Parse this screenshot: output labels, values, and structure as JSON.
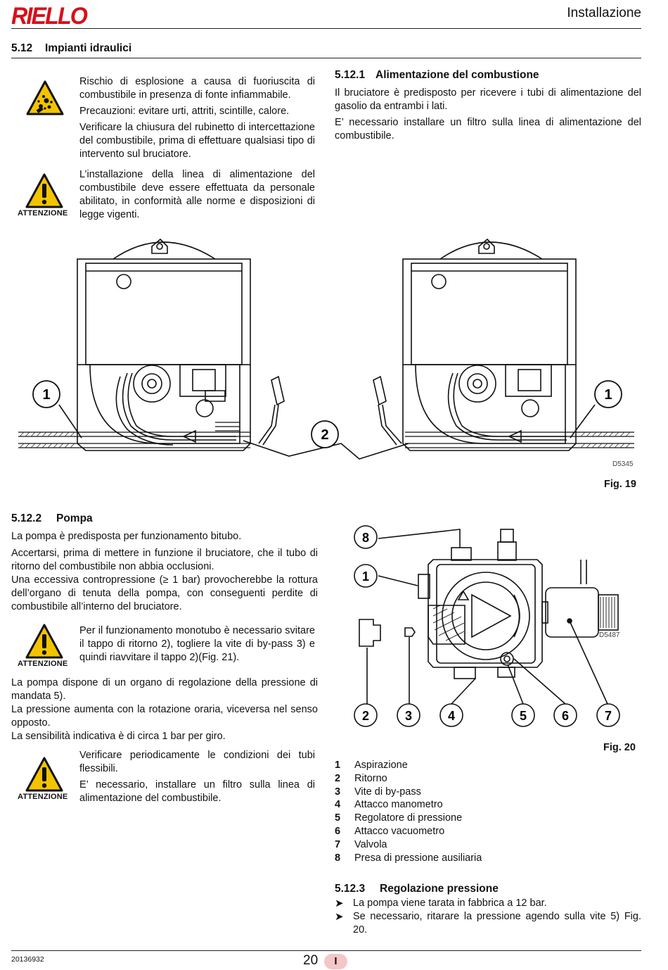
{
  "header": {
    "brand": "RIELLO",
    "title": "Installazione"
  },
  "section_512": {
    "number": "5.12",
    "title": "Impianti idraulici"
  },
  "warn1": {
    "lines": [
      "Rischio di esplosione a causa di fuoriuscita di combustibile in presenza di fonte infiammabile.",
      "Precauzioni: evitare urti, attriti, scintille, calore.",
      "Verificare la chiusura del rubinetto di intercettazione del combustibile, prima di effettuare qualsiasi tipo di intervento sul bruciatore."
    ]
  },
  "warn2": {
    "label": "ATTENZIONE",
    "text": "L’installazione della linea di alimentazione del combustibile deve essere effettuata da personale abilitato, in conformità alle norme e disposizioni di legge vigenti."
  },
  "section_5121": {
    "number": "5.12.1",
    "title": "Alimentazione del combustione",
    "paragraphs": [
      "Il bruciatore è predisposto per ricevere i tubi di alimentazione del gasolio da entrambi i lati.",
      "E’ necessario installare un filtro sulla linea di alimentazione del combustibile."
    ]
  },
  "fig19": {
    "code": "D5345",
    "caption": "Fig. 19",
    "callouts": [
      "1",
      "2",
      "1"
    ]
  },
  "section_5122": {
    "number": "5.12.2",
    "title": "Pompa",
    "p1": "La pompa è predisposta per funzionamento bitubo.",
    "p2": "Accertarsi, prima di mettere in funzione il bruciatore, che il tubo di ritorno del combustibile non abbia occlusioni.",
    "p3": "Una eccessiva contropressione (≥ 1 bar) provocherebbe la rottura dell’organo di tenuta della pompa, con conseguenti perdite di combustibile all’interno del bruciatore.",
    "p4": "La pompa dispone di un organo di regolazione della pressione di mandata 5).",
    "p5": "La pressione aumenta con la rotazione oraria, viceversa nel senso opposto.",
    "p6": "La sensibilità indicativa è di circa 1 bar per giro."
  },
  "warn3": {
    "label": "ATTENZIONE",
    "text": "Per il funzionamento monotubo è necessario svitare il tappo di ritorno 2), togliere la vite di by-pass 3) e quindi riavvitare il tappo 2)(Fig. 21)."
  },
  "warn4": {
    "label": "ATTENZIONE",
    "lines": [
      "Verificare periodicamente le condizioni dei tubi flessibili.",
      "E’ necessario, installare un filtro sulla linea di alimentazione del combustibile."
    ]
  },
  "fig20": {
    "code": "D5487",
    "caption": "Fig. 20",
    "callouts_top": [
      "8",
      "1"
    ],
    "callouts_bottom": [
      "2",
      "3",
      "4",
      "5",
      "6",
      "7"
    ]
  },
  "legend": [
    {
      "n": "1",
      "label": "Aspirazione"
    },
    {
      "n": "2",
      "label": "Ritorno"
    },
    {
      "n": "3",
      "label": "Vite di by-pass"
    },
    {
      "n": "4",
      "label": "Attacco manometro"
    },
    {
      "n": "5",
      "label": "Regolatore di pressione"
    },
    {
      "n": "6",
      "label": "Attacco vacuometro"
    },
    {
      "n": "7",
      "label": "Valvola"
    },
    {
      "n": "8",
      "label": "Presa di pressione ausiliaria"
    }
  ],
  "section_5123": {
    "number": "5.12.3",
    "title": "Regolazione pressione",
    "bullets": [
      "La pompa viene tarata in fabbrica a 12 bar.",
      "Se necessario, ritarare la pressione agendo sulla vite 5) Fig. 20."
    ]
  },
  "footer": {
    "code": "20136932",
    "page": "20",
    "lang": "I"
  }
}
